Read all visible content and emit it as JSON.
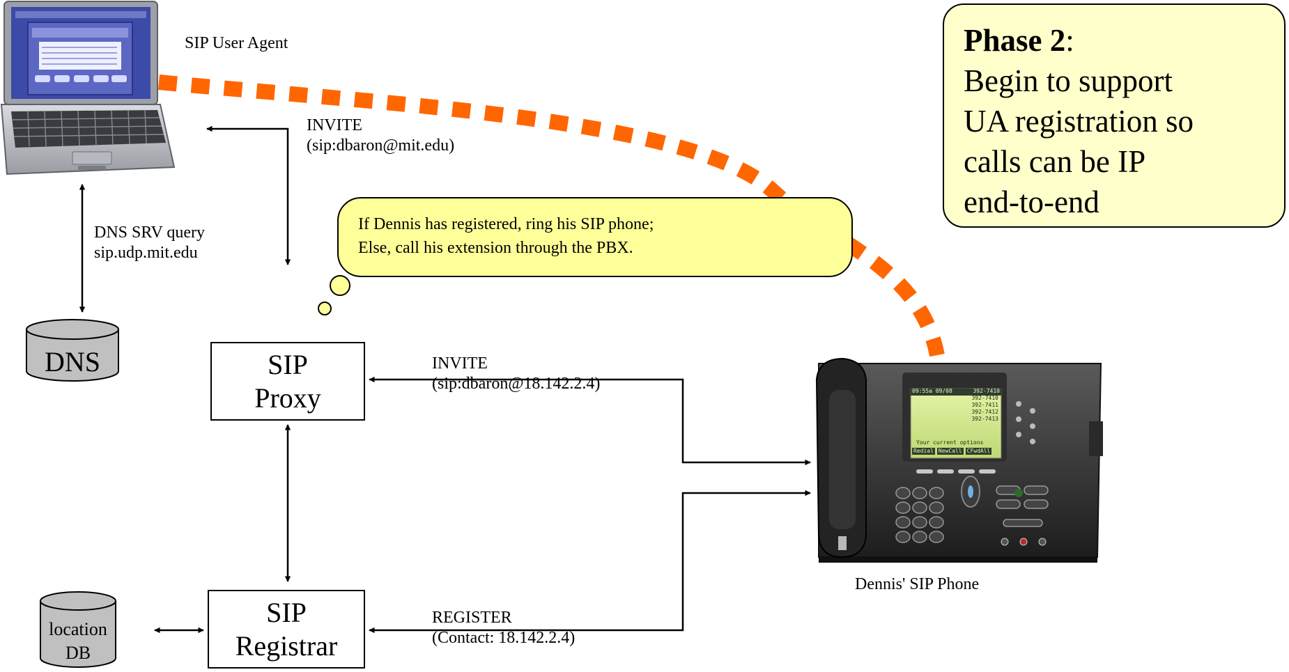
{
  "laptop": {
    "label": "SIP User Agent"
  },
  "dns_query": {
    "line1": "DNS SRV query",
    "line2": "sip.udp.mit.edu"
  },
  "dns_db": {
    "label": "DNS"
  },
  "invite_top": {
    "line1": "INVITE",
    "line2": "(sip:dbaron@mit.edu)"
  },
  "thought": {
    "line1": "If Dennis has registered, ring his SIP phone;",
    "line2": "Else, call his extension through the PBX."
  },
  "phase_note": {
    "title": "Phase 2",
    "title_suffix": ":",
    "lines": [
      "Begin to support",
      "UA registration so",
      "calls can be IP",
      "end-to-end"
    ]
  },
  "proxy": {
    "line1": "SIP",
    "line2": "Proxy"
  },
  "registrar": {
    "line1": "SIP",
    "line2": "Registrar"
  },
  "location_db": {
    "line1": "location",
    "line2": "DB"
  },
  "invite_mid": {
    "line1": "INVITE",
    "line2": "(sip:dbaron@18.142.2.4)"
  },
  "register": {
    "line1": "REGISTER",
    "line2": "(Contact: 18.142.2.4)"
  },
  "phone": {
    "label": "Dennis' SIP Phone",
    "screen": {
      "header_left": "09:55a 09/08",
      "header_right": "392-7410",
      "lines": [
        "392-7410",
        "392-7411",
        "392-7412",
        "392-7413"
      ],
      "footer": "Your current options",
      "softkeys": [
        "Redial",
        "NewCall",
        "CFwdAll"
      ]
    }
  },
  "colors": {
    "dotted_path": "#ff6600",
    "db_fill": "#c0c0c0",
    "note_fill": "#ffffcc",
    "thought_fill": "#ffff99"
  }
}
